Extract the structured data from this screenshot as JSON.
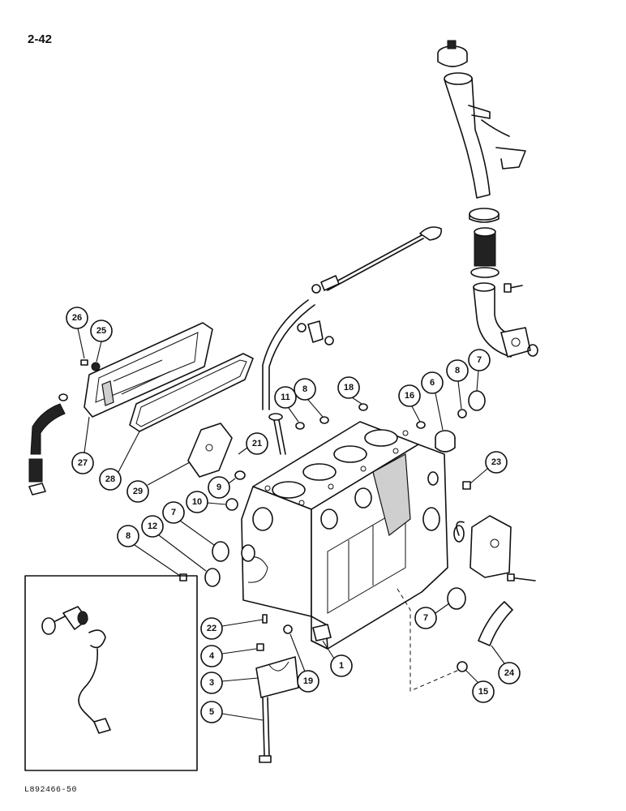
{
  "page_number": "2-42",
  "figure_code": "L892466-50",
  "callouts": [
    "26",
    "25",
    "27",
    "28",
    "29",
    "21",
    "11",
    "8",
    "18",
    "16",
    "6",
    "8",
    "7",
    "23",
    "9",
    "10",
    "7",
    "12",
    "8",
    "22",
    "4",
    "3",
    "5",
    "19",
    "1",
    "7",
    "15",
    "24"
  ]
}
